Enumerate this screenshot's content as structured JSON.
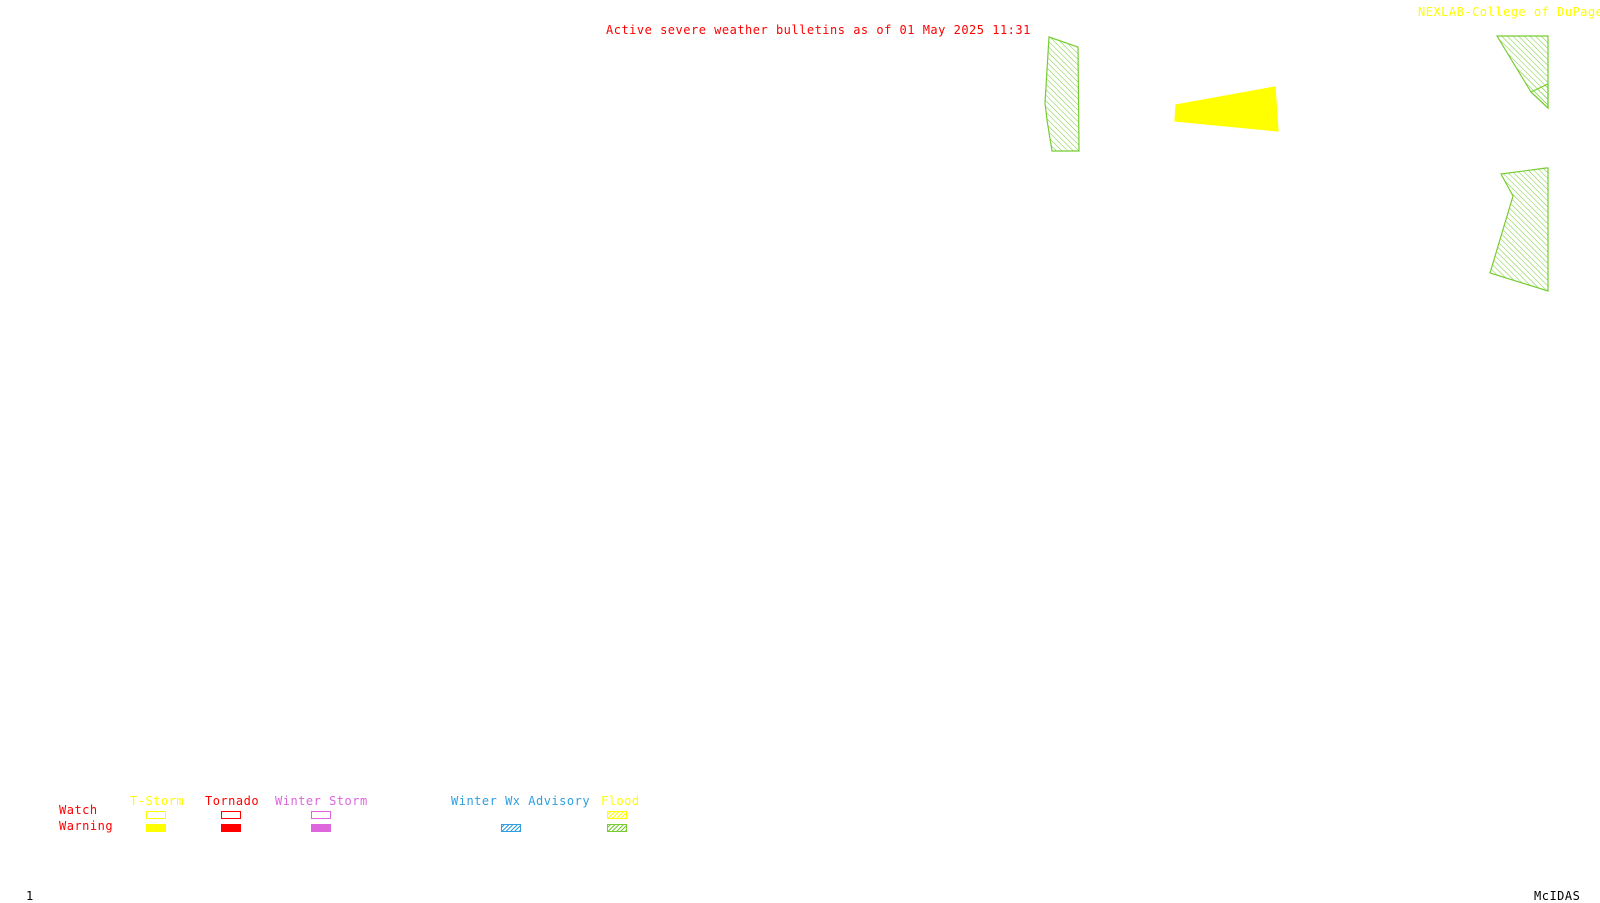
{
  "header": {
    "title": "Active severe weather bulletins as of 01 May 2025 11:31",
    "credit": "NEXLAB-College of DuPage R"
  },
  "colors": {
    "title": "#ff0000",
    "credit": "#ffff00",
    "tstorm": "#ffff00",
    "tornado": "#ff0000",
    "winter_storm": "#dd66dd",
    "winter_wx_advisory": "#2f9fe0",
    "flood": "#77cc33",
    "footer": "#000000"
  },
  "legend": {
    "row_labels": {
      "watch": "Watch",
      "warning": "Warning"
    },
    "categories": [
      {
        "key": "tstorm",
        "label": "T-Storm",
        "watch_style": "outline",
        "warning_style": "solid"
      },
      {
        "key": "tornado",
        "label": "Tornado",
        "watch_style": "outline",
        "warning_style": "solid"
      },
      {
        "key": "winter_storm",
        "label": "Winter Storm",
        "watch_style": "outline",
        "warning_style": "solid"
      },
      {
        "key": "winter_wx_advisory",
        "label": "Winter Wx Advisory",
        "watch_style": "none",
        "warning_style": "hatched"
      },
      {
        "key": "flood",
        "label": "Flood",
        "watch_style": "hatched",
        "warning_style": "hatched"
      }
    ]
  },
  "map": {
    "bulletins": [
      {
        "type": "flood",
        "kind": "warning",
        "fill": "hatched"
      },
      {
        "type": "tstorm",
        "kind": "warning",
        "fill": "solid"
      },
      {
        "type": "flood",
        "kind": "warning",
        "fill": "hatched"
      },
      {
        "type": "flood",
        "kind": "warning",
        "fill": "hatched"
      }
    ]
  },
  "footer": {
    "frame_number": "1",
    "software": "McIDAS"
  }
}
